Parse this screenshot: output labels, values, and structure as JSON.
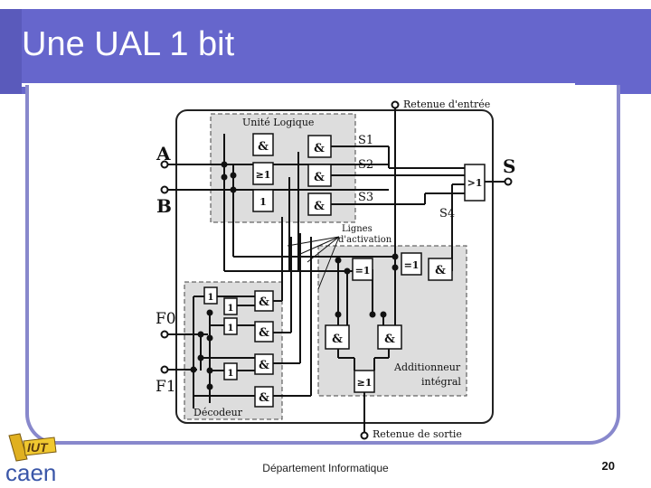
{
  "header": {
    "title": "Une UAL 1 bit"
  },
  "footer": {
    "department": "Département Informatique",
    "page_number": "20"
  },
  "logo": {
    "text": "caen",
    "mark_text": "IUT"
  },
  "diagram": {
    "inputs": {
      "a": "A",
      "b": "B",
      "f0": "F0",
      "f1": "F1"
    },
    "output": "S",
    "carry_in": "Retenue d'entrée",
    "carry_out": "Retenue de sortie",
    "unit_logic": "Unité Logique",
    "decoder": "Décodeur",
    "adder_line1": "Additionneur",
    "adder_line2": "intégral",
    "activation_line1": "Lignes",
    "activation_line2": "d'activation",
    "signals": {
      "s1": "S1",
      "s2": "S2",
      "s3": "S3",
      "s4": "S4"
    },
    "gates": {
      "and": "&",
      "or": "≥1",
      "not": "1",
      "xor": "=1",
      "or_out": ">1"
    }
  },
  "colors": {
    "title_bar": "#6666cc",
    "frame": "#8888cc",
    "module_fill": "#dddddd"
  }
}
